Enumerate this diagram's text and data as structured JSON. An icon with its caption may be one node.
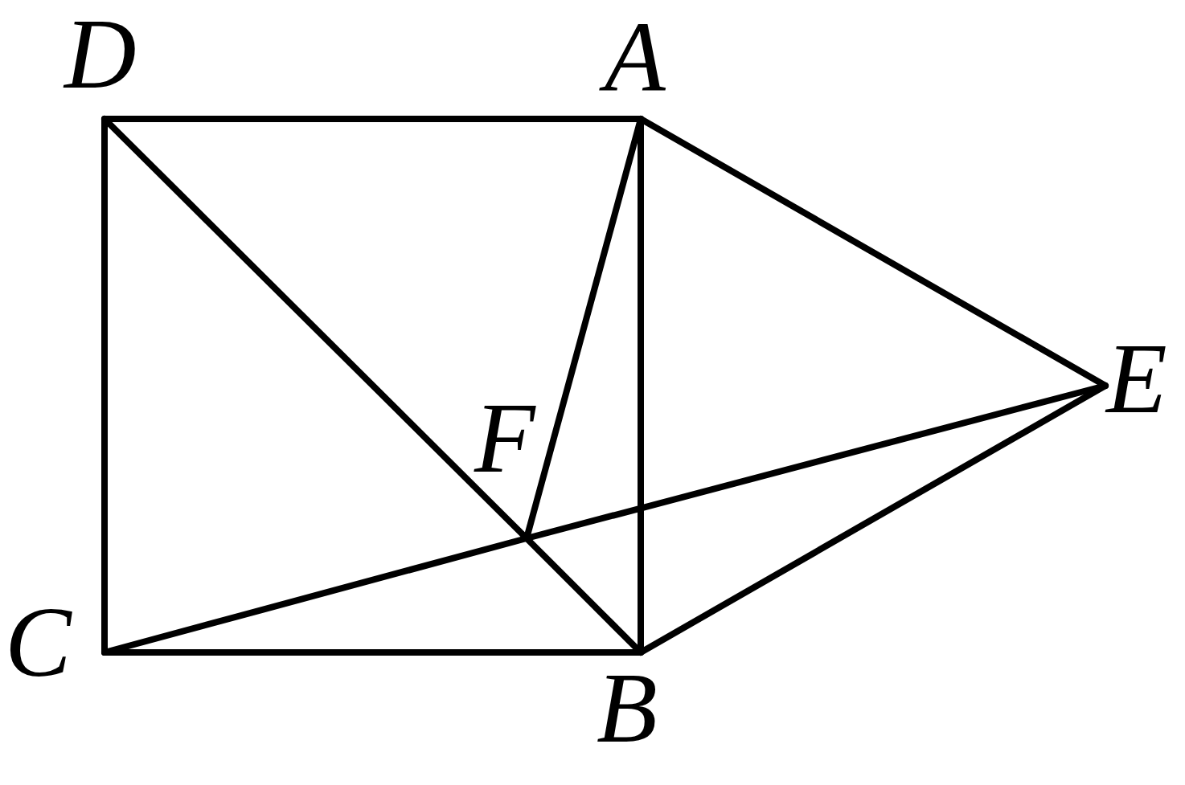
{
  "diagram": {
    "nodes": [
      {
        "text": [
          "D"
        ]
      },
      {
        "text": [
          "A"
        ]
      },
      {
        "text": [
          "E"
        ]
      },
      {
        "text": [
          "F"
        ]
      },
      {
        "text": [
          "C"
        ]
      },
      {
        "text": [
          "B"
        ]
      }
    ],
    "edges": [
      {
        "from": 0,
        "to": 1,
        "arrow": "none"
      },
      {
        "from": 0,
        "to": 4,
        "arrow": "none"
      },
      {
        "from": 1,
        "to": 5,
        "arrow": "none"
      },
      {
        "from": 4,
        "to": 5,
        "arrow": "none"
      },
      {
        "from": 0,
        "to": 3,
        "arrow": "none"
      },
      {
        "from": 3,
        "to": 5,
        "arrow": "none"
      },
      {
        "from": 1,
        "to": 3,
        "arrow": "none"
      },
      {
        "from": 1,
        "to": 2,
        "arrow": "none"
      },
      {
        "from": 2,
        "to": 5,
        "arrow": "none"
      },
      {
        "from": 4,
        "to": 3,
        "arrow": "none"
      },
      {
        "from": 3,
        "to": 2,
        "arrow": "none"
      }
    ]
  }
}
